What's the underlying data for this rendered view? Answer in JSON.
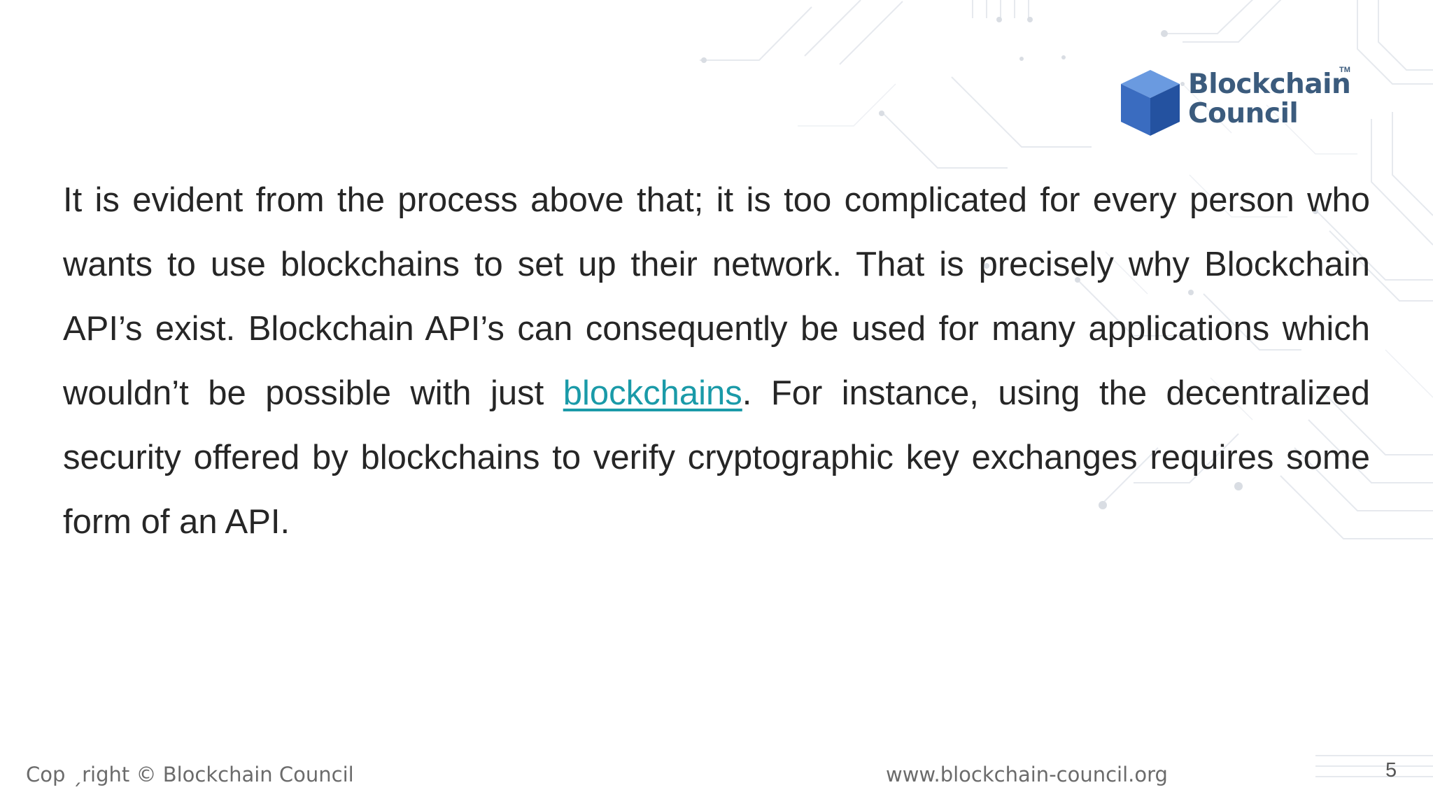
{
  "logo": {
    "line1": "Blockchain",
    "line2": "Council",
    "trademark": "TM"
  },
  "body": {
    "text_before_link": "It is evident from the process above that; it is too complicated for every person who wants to use blockchains to set up their network. That is precisely why Blockchain API’s exist. Blockchain API’s can consequently be used for many applications which wouldn’t be possible with just ",
    "link_text": "blockchains",
    "text_after_link": ". For instance, using the decentralized security offered by blockchains to verify cryptographic key exchanges requires some form of an API."
  },
  "footer": {
    "copyright": "Cop ˏright © Blockchain Council",
    "website": "www.blockchain-council.org",
    "page_number": "5"
  },
  "colors": {
    "text": "#262626",
    "link": "#1a9aa8",
    "logo": "#3b5b7d",
    "cube_top": "#6a9ae0",
    "cube_left": "#3a6cc0",
    "cube_right": "#2452a0",
    "footer": "#6b6b6b"
  }
}
